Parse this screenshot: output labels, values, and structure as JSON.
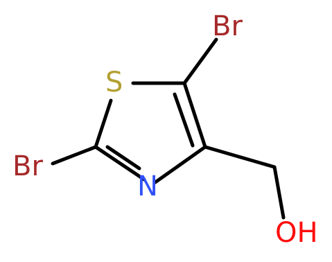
{
  "molecule": {
    "atoms": {
      "br_top": {
        "label": "Br",
        "color": "#a62929"
      },
      "s": {
        "label": "S",
        "color": "#b2a030"
      },
      "br_left": {
        "label": "Br",
        "color": "#a62929"
      },
      "n": {
        "label": "N",
        "color": "#3050f8"
      },
      "oh": {
        "label": "OH",
        "color": "#ff0d0d"
      }
    },
    "bond_color": "#000000"
  }
}
